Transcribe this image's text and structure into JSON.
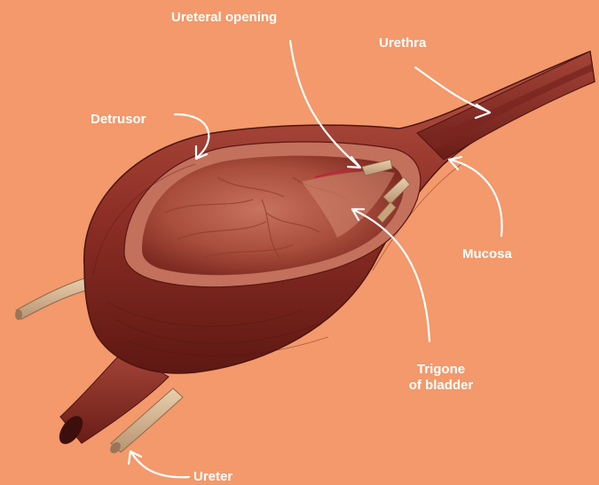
{
  "labels": {
    "ureteral_opening": "Ureteral opening",
    "urethra": "Urethra",
    "detrusor": "Detrusor",
    "mucosa": "Mucosa",
    "trigone_line1": "Trigone",
    "trigone_line2": "of bladder",
    "ureter": "Ureter"
  },
  "colors": {
    "background": "#f3996b",
    "muscle_dark": "#6e1f1a",
    "muscle_mid": "#a3483b",
    "muscle_light": "#c4705e",
    "interior": "#b45a48",
    "ureter_tube": "#d9b995",
    "label_text": "#ffffff"
  }
}
